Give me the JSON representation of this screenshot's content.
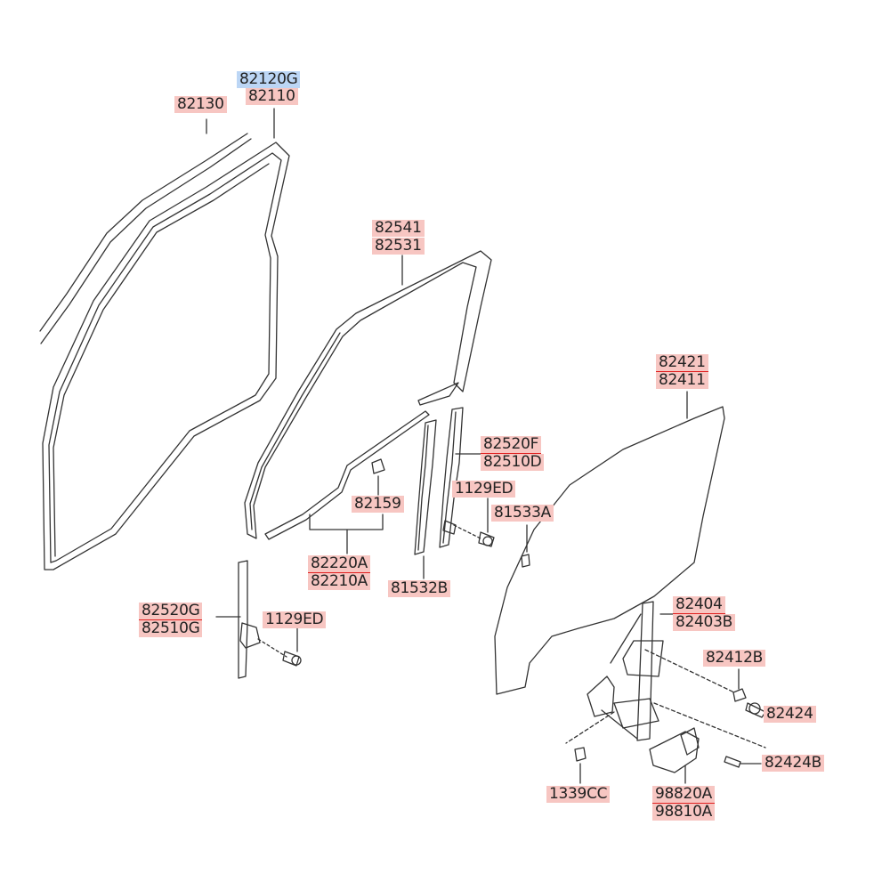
{
  "labels": {
    "p82120G": "82120G",
    "p82110": "82110",
    "p82130": "82130",
    "p82541": "82541",
    "p82531": "82531",
    "p82421": "82421",
    "p82411": "82411",
    "p82520F": "82520F",
    "p82510D": "82510D",
    "p1129ED_a": "1129ED",
    "p81533A": "81533A",
    "p82159": "82159",
    "p82220A": "82220A",
    "p82210A": "82210A",
    "p81532B": "81532B",
    "p82520G": "82520G",
    "p82510G": "82510G",
    "p1129ED_b": "1129ED",
    "p82404": "82404",
    "p82403B": "82403B",
    "p82412B": "82412B",
    "p82424": "82424",
    "p82424B": "82424B",
    "p1339CC": "1339CC",
    "p98820A": "98820A",
    "p98810A": "98810A"
  },
  "colors": {
    "label_bg": "#f7c6c2",
    "selected_label_bg": "#bcd6f5",
    "line": "#333333",
    "underline": "#e02020"
  }
}
